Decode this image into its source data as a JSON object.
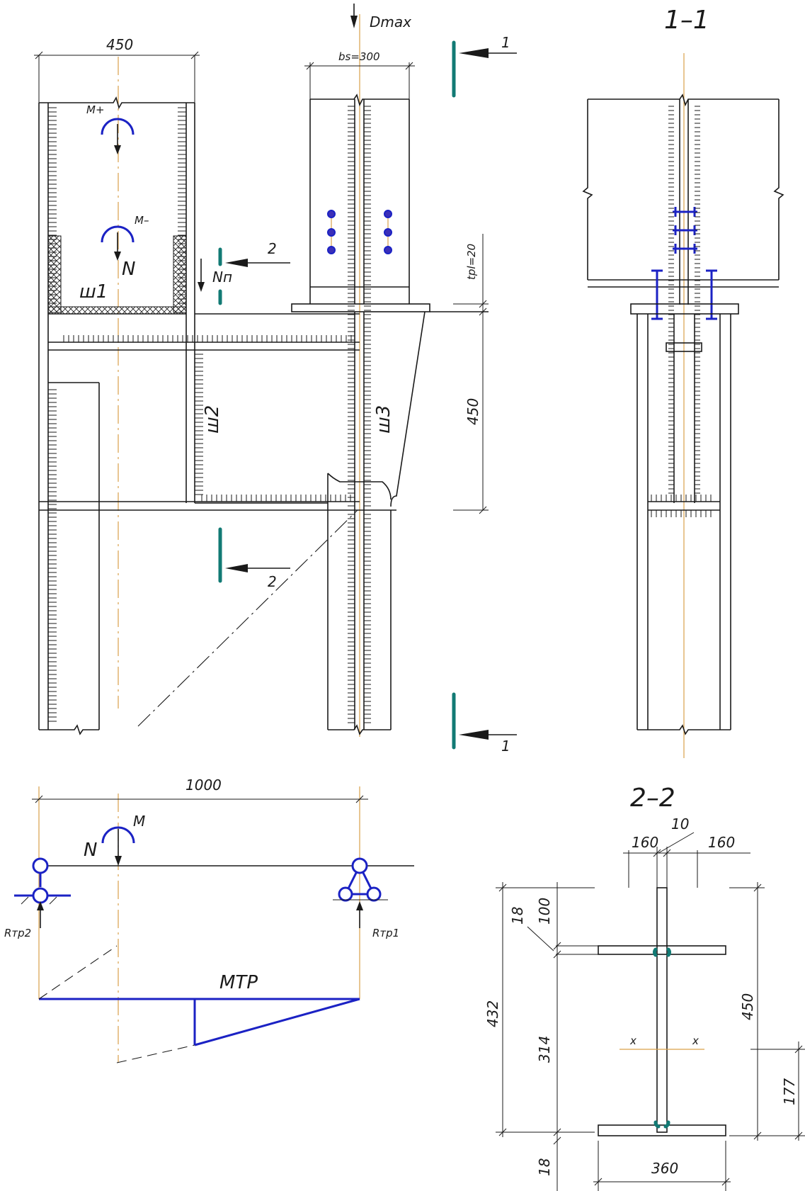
{
  "labels": {
    "d_max": "Dmax",
    "bs": "bs=300",
    "section_1_1": "1–1",
    "section_2_2": "2–2",
    "cut1_top": "1",
    "cut1_bottom": "1",
    "cut2_top": "2",
    "cut2_bottom": "2",
    "m_plus": "M+",
    "m_minus": "M–",
    "n_upper": "N",
    "n_p": "Nп",
    "weld1": "ш1",
    "weld2": "ш2",
    "weld3": "ш3",
    "t_pl": "tpl=20",
    "m_lower": "M",
    "n_lower": "N",
    "r_tp2": "Rтр2",
    "r_tp1": "Rтр1",
    "m_tp": "MТР",
    "x_left": "x",
    "x_right": "x"
  },
  "dimensions": {
    "column_width": "450",
    "traverse_height": "450",
    "span": "1000",
    "s22_flange_left": "160",
    "s22_web": "10",
    "s22_flange_right": "160",
    "s22_height_total": "432",
    "s22_top_flange": "18",
    "s22_top_offset": "100",
    "s22_web_height": "314",
    "s22_bottom_flange": "18",
    "s22_full_height": "450",
    "s22_centroid": "177",
    "s22_bottom_width": "360"
  },
  "colors": {
    "line": "#1a1a1a",
    "axis": "#d9a049",
    "moment": "#1b22c4",
    "cut_mark": "#127a74"
  },
  "icons": {
    "moment": "moment-arc-icon",
    "hinge_support": "hinge-support-icon",
    "fixed_support": "triangle-support-icon",
    "bolt": "bolt-icon"
  }
}
